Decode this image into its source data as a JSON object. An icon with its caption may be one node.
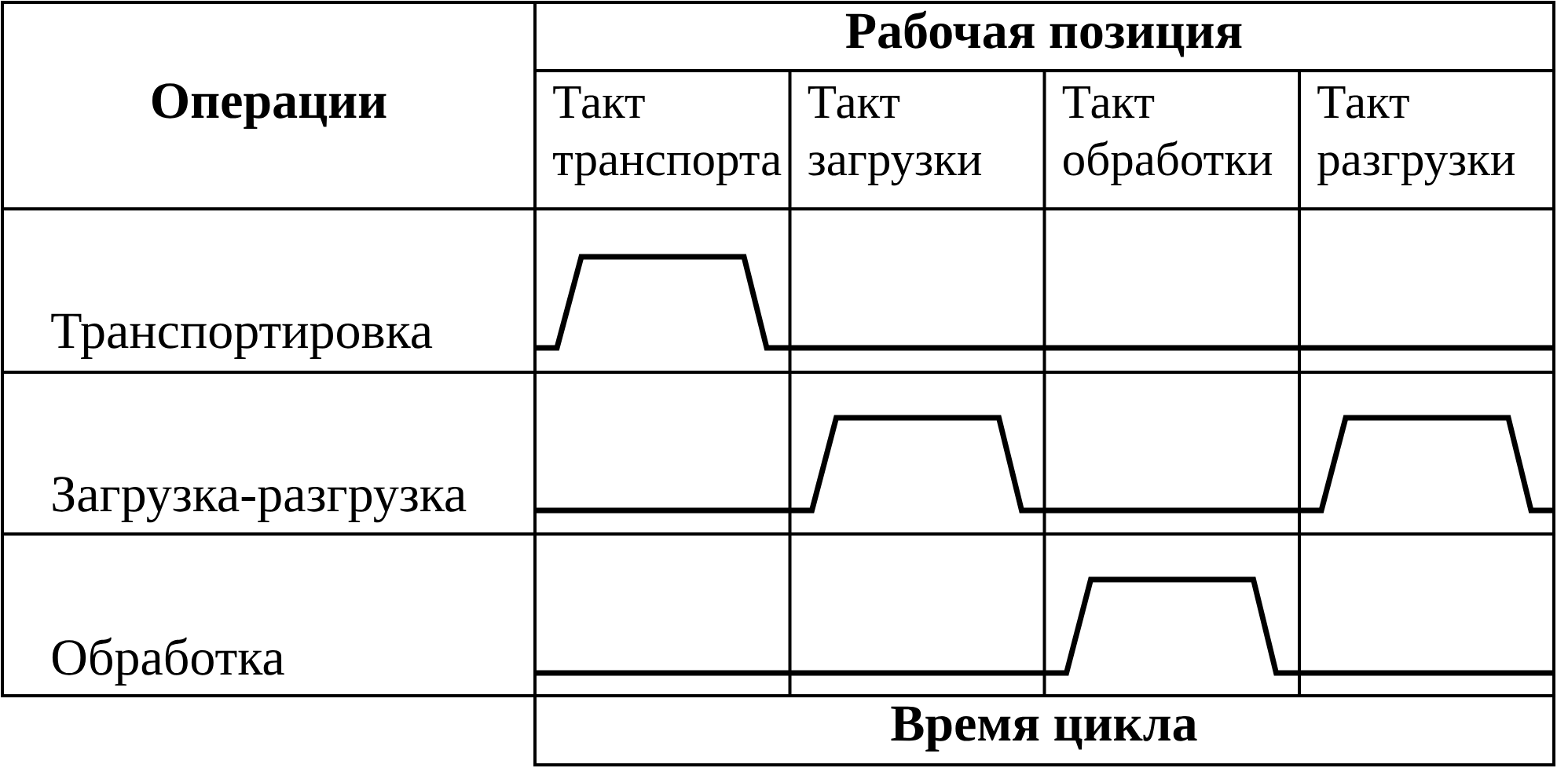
{
  "diagram": {
    "labels": [
      "Операции",
      "Рабочая позиция",
      "Такт транспорта",
      "Такт загрузки",
      "Такт обработки",
      "Такт разгрузки",
      "Транспортировка",
      "Загрузка-разгрузка",
      "Обработка",
      "Время цикла"
    ]
  }
}
